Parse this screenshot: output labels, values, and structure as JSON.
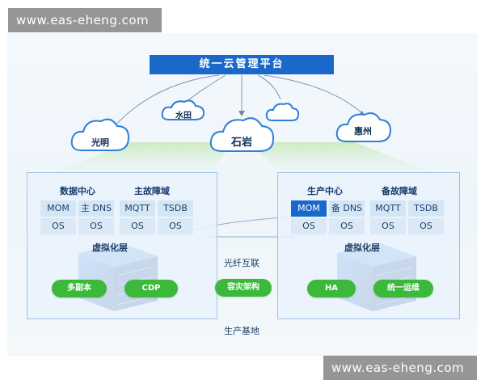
{
  "watermark": "www.eas-eheng.com",
  "platform": {
    "title": "统一云管理平台"
  },
  "clouds": {
    "guangming": "光明",
    "shuitian": "水田",
    "shiyan": "石岩",
    "huizhou": "惠州"
  },
  "left_site": {
    "groups": [
      "数据中心",
      "主故障域"
    ],
    "cells": [
      "MOM",
      "主 DNS",
      "MQTT",
      "TSDB",
      "OS",
      "OS",
      "OS",
      "OS"
    ],
    "layer": "虚拟化层",
    "pills": [
      "多副本",
      "CDP"
    ]
  },
  "right_site": {
    "groups": [
      "生产中心",
      "备故障域"
    ],
    "cells": [
      "MOM",
      "备 DNS",
      "MQTT",
      "TSDB",
      "OS",
      "OS",
      "OS",
      "OS"
    ],
    "layer": "虚拟化层",
    "pills": [
      "HA",
      "统一运维"
    ]
  },
  "link": {
    "label": "光纤互联",
    "pill": "容灾架构"
  },
  "base": "生产基地",
  "colors": {
    "accent": "#1a68c9",
    "green": "#3cb83a"
  }
}
